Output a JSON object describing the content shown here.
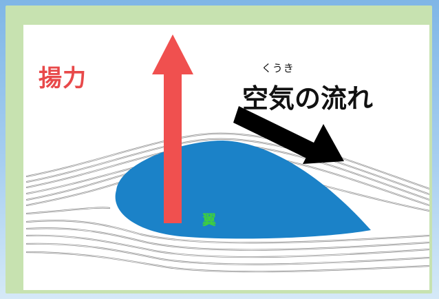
{
  "labels": {
    "lift": "揚力",
    "airflow": "空気の流れ",
    "airflow_ruby": "くうき",
    "wing": "翼"
  },
  "colors": {
    "background_sky": "#a8cff0",
    "frame": "#c7e2b0",
    "panel": "#ffffff",
    "lift_arrow": "#f0504f",
    "lift_text": "#e8494a",
    "airflow_arrow": "#000000",
    "wing": "#1b82c8",
    "wing_text": "#3ecf3e",
    "streamline": "#8a8a8a"
  },
  "icons": {
    "lift": "up-arrow",
    "airflow": "diagonal-down-right-arrow"
  }
}
